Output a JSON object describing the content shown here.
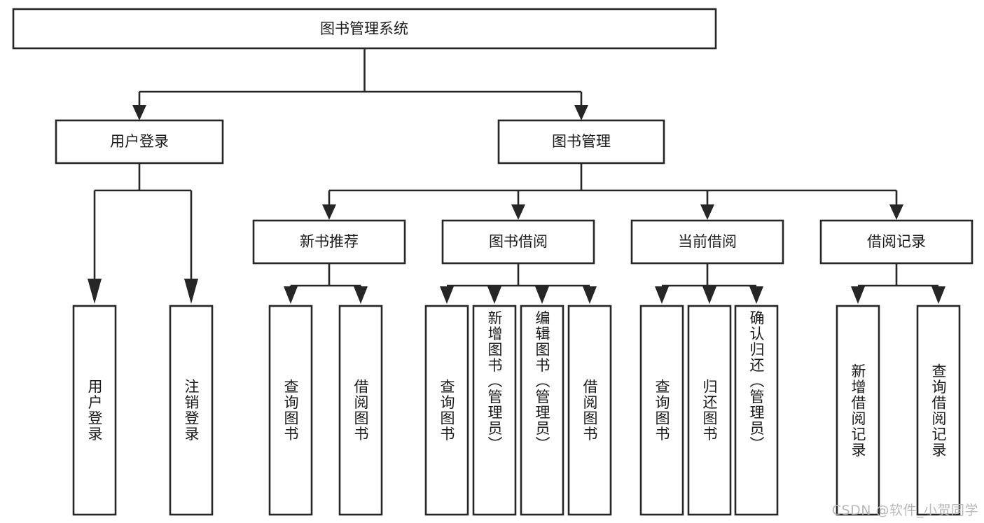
{
  "diagram": {
    "type": "tree-hierarchy",
    "orientation": "top-down",
    "root": {
      "label": "图书管理系统"
    },
    "level1": [
      {
        "id": "user-login",
        "label": "用户登录"
      },
      {
        "id": "book-management",
        "label": "图书管理"
      }
    ],
    "level2": [
      {
        "id": "new-book-recommend",
        "label": "新书推荐",
        "parent": "book-management"
      },
      {
        "id": "book-borrow",
        "label": "图书借阅",
        "parent": "book-management"
      },
      {
        "id": "current-borrow",
        "label": "当前借阅",
        "parent": "book-management"
      },
      {
        "id": "borrow-record",
        "label": "借阅记录",
        "parent": "book-management"
      }
    ],
    "leaves": {
      "user-login": [
        {
          "id": "leaf-user-login",
          "label": "用户登录"
        },
        {
          "id": "leaf-user-logout",
          "label": "注销登录"
        }
      ],
      "new-book-recommend": [
        {
          "id": "leaf-query-book-1",
          "label": "查询图书"
        },
        {
          "id": "leaf-borrow-book-1",
          "label": "借阅图书"
        }
      ],
      "book-borrow": [
        {
          "id": "leaf-query-book-2",
          "label": "查询图书"
        },
        {
          "id": "leaf-add-book",
          "label": "新增图书（管理员）"
        },
        {
          "id": "leaf-edit-book",
          "label": "编辑图书（管理员）"
        },
        {
          "id": "leaf-borrow-book-2",
          "label": "借阅图书"
        }
      ],
      "current-borrow": [
        {
          "id": "leaf-query-book-3",
          "label": "查询图书"
        },
        {
          "id": "leaf-return-book",
          "label": "归还图书"
        },
        {
          "id": "leaf-confirm-return",
          "label": "确认归还（管理员）"
        }
      ],
      "borrow-record": [
        {
          "id": "leaf-add-record",
          "label": "新增借阅记录"
        },
        {
          "id": "leaf-query-record",
          "label": "查询借阅记录"
        }
      ]
    }
  },
  "watermark": {
    "text": "CSDN @软件_小贺同学"
  },
  "colors": {
    "stroke": "#262626",
    "box_fill": "#ffffff",
    "text": "#1a1a1a",
    "watermark": "#b9b9b9",
    "background": "#ffffff"
  }
}
